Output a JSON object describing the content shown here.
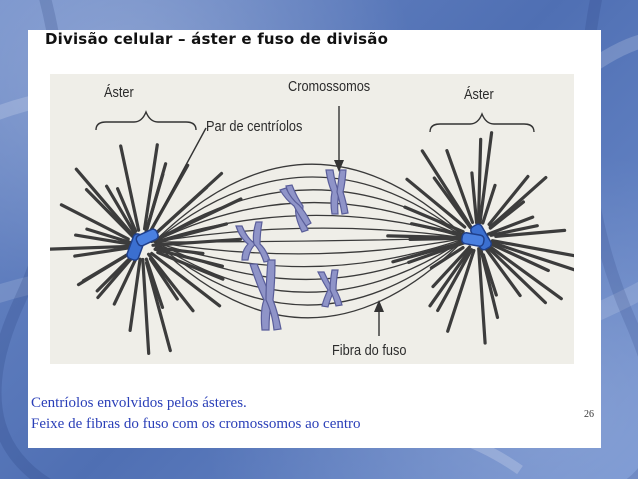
{
  "slide": {
    "title": "Divisão celular – áster e fuso de divisão",
    "page_number": "26"
  },
  "diagram": {
    "labels": {
      "aster_left": "Áster",
      "aster_right": "Áster",
      "chromosomes": "Cromossomos",
      "centriole_pair": "Par de centríolos",
      "spindle_fiber": "Fibra do fuso"
    }
  },
  "caption": {
    "line1": "Centríolos envolvidos pelos ásteres.",
    "line2": "Feixe de fibras do fuso com os cromossomos ao centro"
  },
  "colors": {
    "background": "#5a78b8",
    "caption_text": "#2a3fb8",
    "centriole": "#3b6fd0",
    "chromosome": "#8f94c8"
  }
}
